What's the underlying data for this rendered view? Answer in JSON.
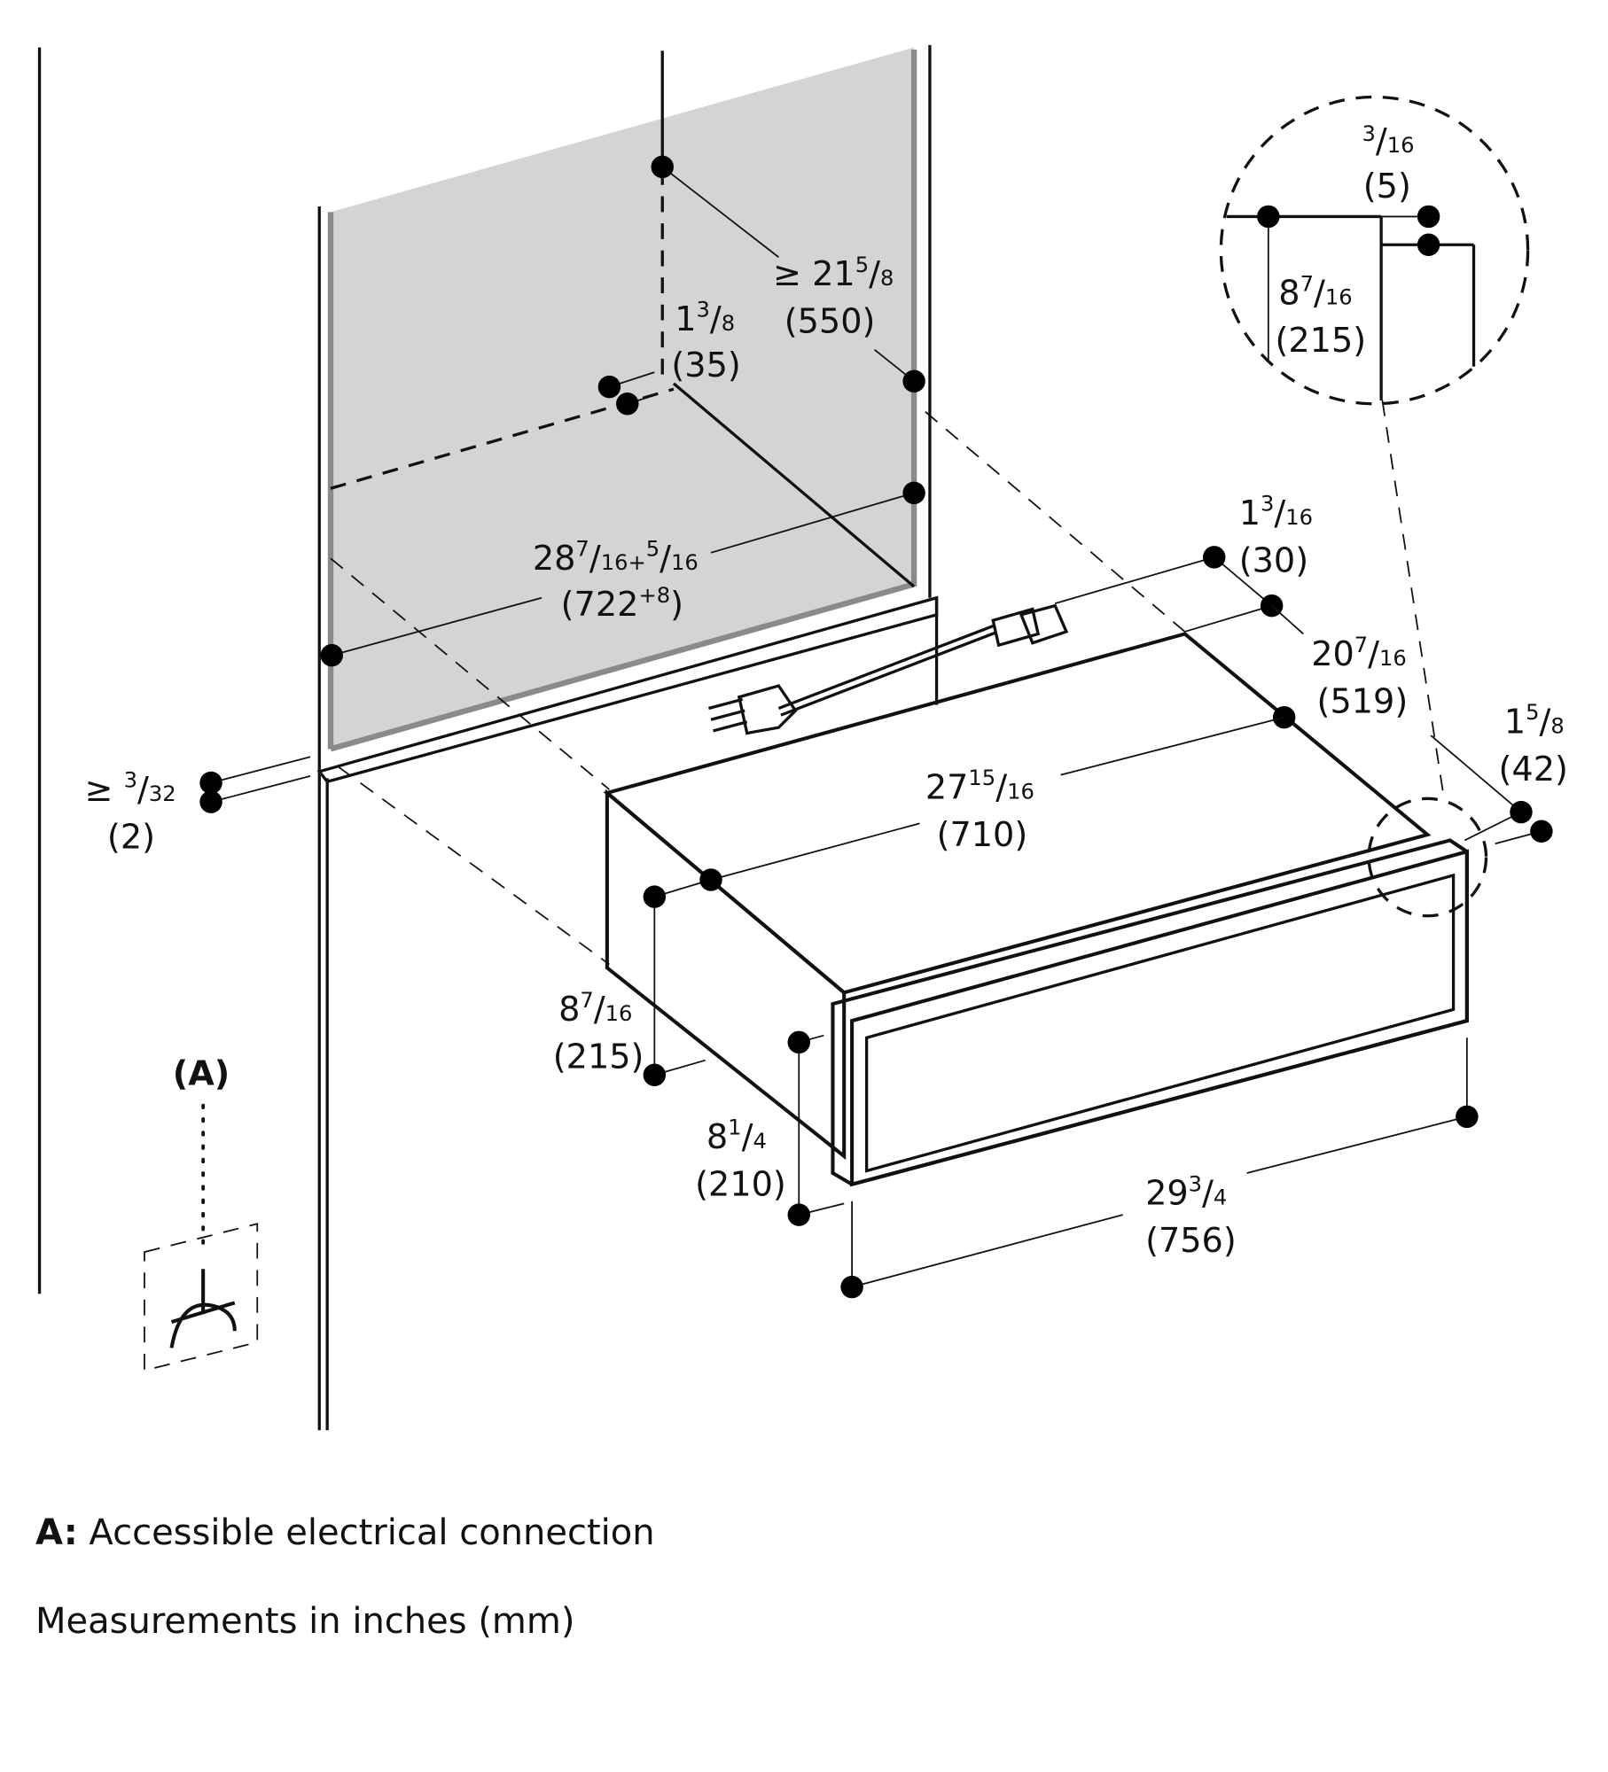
{
  "diagram": {
    "title": "Warming drawer installation dimensions",
    "colors": {
      "niche_fill": "#d4d4d4",
      "appliance_fill": "#efefef",
      "line": "#111111",
      "niche_edge": "#8a8a8a"
    },
    "dimensions": {
      "niche_depth": {
        "whole": "≥ 21",
        "num": "5",
        "den": "8",
        "mm": "(550)"
      },
      "niche_offset": {
        "whole": "1",
        "num": "3",
        "den": "8",
        "mm": "(35)"
      },
      "niche_width": {
        "whole": "28",
        "num": "7",
        "den": "16",
        "extra_sep": "+",
        "extra_num": "5",
        "extra_den": "16",
        "mm_main": "(722",
        "mm_sup": "+8",
        "mm_close": ")"
      },
      "gap_min": {
        "whole": "≥ ",
        "num": "3",
        "den": "32",
        "mm": "(2)"
      },
      "detail_top": {
        "whole": "",
        "num": "3",
        "den": "16",
        "mm": "(5)"
      },
      "detail_height": {
        "whole": "8",
        "num": "7",
        "den": "16",
        "mm": "(215)"
      },
      "cord_offset": {
        "whole": "1",
        "num": "3",
        "den": "16",
        "mm": "(30)"
      },
      "body_depth": {
        "whole": "20",
        "num": "7",
        "den": "16",
        "mm": "(519)"
      },
      "front_thickness": {
        "whole": "1",
        "num": "5",
        "den": "8",
        "mm": "(42)"
      },
      "body_width": {
        "whole": "27",
        "num": "15",
        "den": "16",
        "mm": "(710)"
      },
      "body_height": {
        "whole": "8",
        "num": "7",
        "den": "16",
        "mm": "(215)"
      },
      "front_height": {
        "whole": "8",
        "num": "1",
        "den": "4",
        "mm": "(210)"
      },
      "front_width": {
        "whole": "29",
        "num": "3",
        "den": "4",
        "mm": "(756)"
      }
    },
    "callout_a": "(A)"
  },
  "legend": {
    "a_key": "A:",
    "a_text": "Accessible electrical connection",
    "units": "Measurements in inches (mm)"
  }
}
